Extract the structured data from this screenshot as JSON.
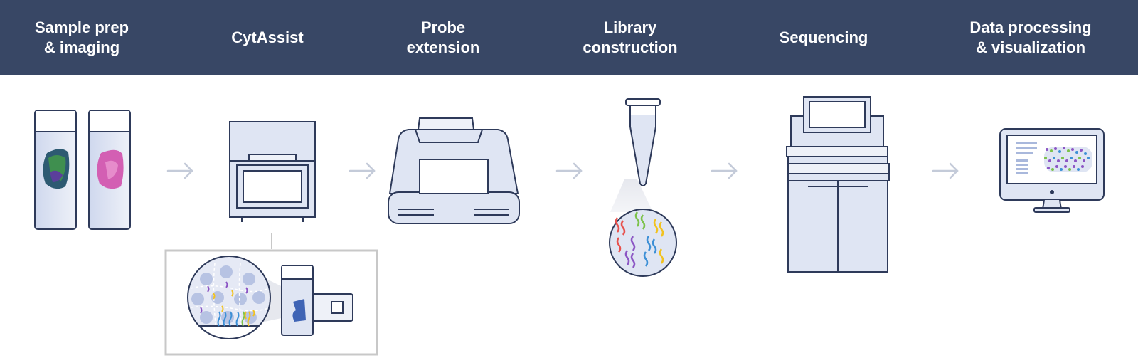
{
  "steps": [
    {
      "label": "Sample prep\n& imaging"
    },
    {
      "label": "CytAssist"
    },
    {
      "label": "Probe\nextension"
    },
    {
      "label": "Library\nconstruction"
    },
    {
      "label": "Sequencing"
    },
    {
      "label": "Data processing\n& visualization"
    }
  ],
  "colors": {
    "header_bg": "#384765",
    "outline": "#2e3a5a",
    "device_fill": "#dfe5f3",
    "device_light": "#eef1f8",
    "arrow": "#c4cbd9",
    "inset_border": "#c8c8c8",
    "tissue_pink": "#d35fb3",
    "probe_red": "#e8504c",
    "probe_green": "#7cc24a",
    "probe_yellow": "#f2c21e",
    "probe_purple": "#8b55c4",
    "probe_blue": "#3c8fd6"
  },
  "icons": [
    "slide-icon",
    "cytassist-instrument-icon",
    "thermal-cycler-icon",
    "tube-icon",
    "sequencer-icon",
    "monitor-icon",
    "arrow-right-icon"
  ]
}
